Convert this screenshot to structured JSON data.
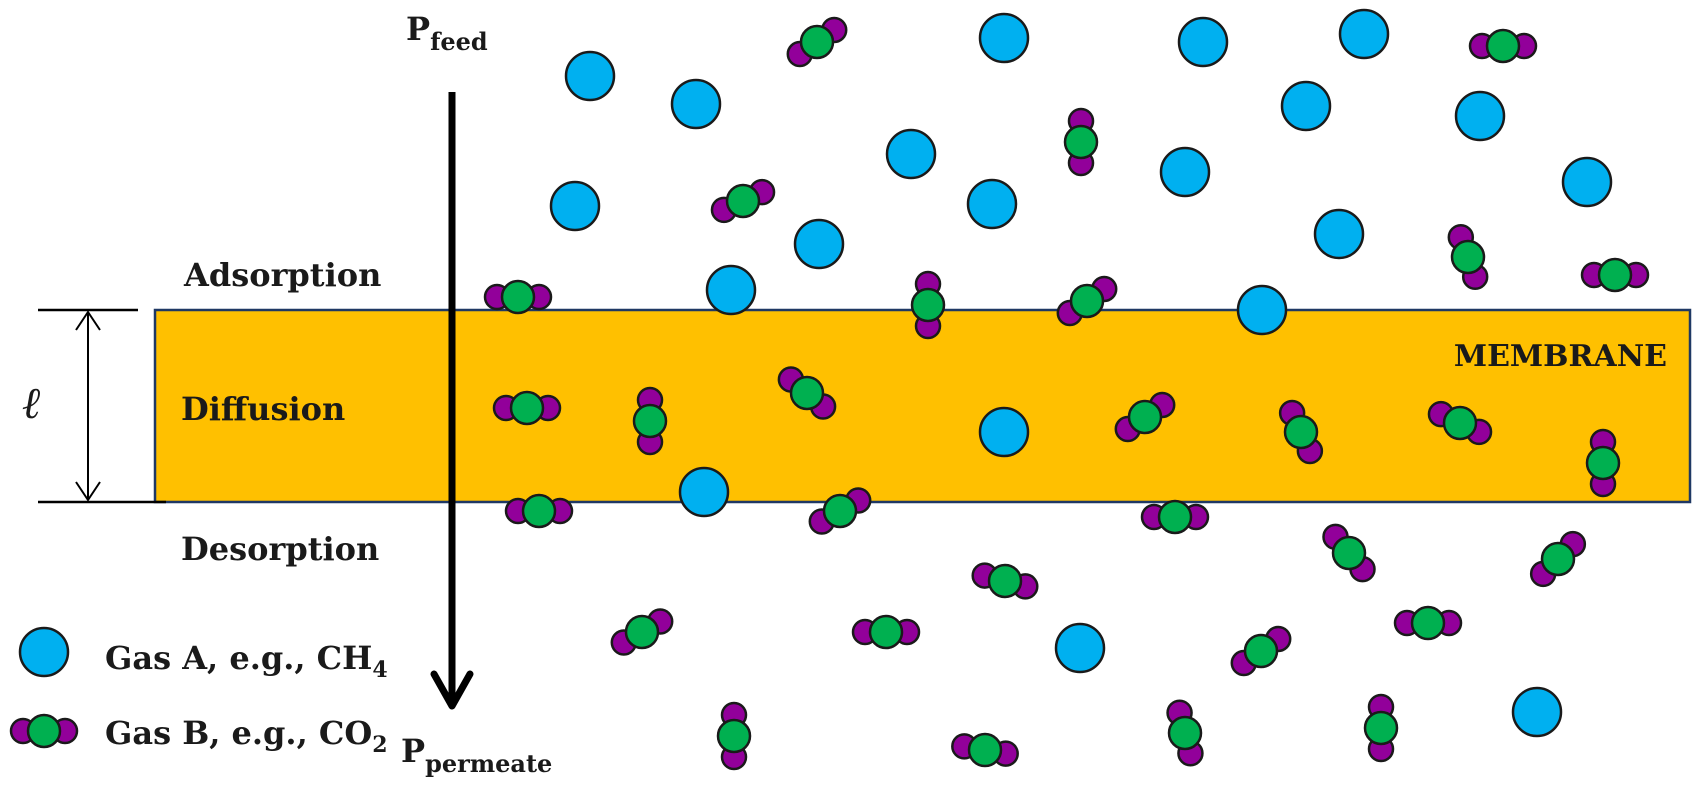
{
  "labels": {
    "p_feed_main": "P",
    "p_feed_sub": "feed",
    "p_permeate_main": "P",
    "p_permeate_sub": "permeate",
    "adsorption": "Adsorption",
    "diffusion": "Diffusion",
    "desorption": "Desorption",
    "membrane": "MEMBRANE",
    "thickness_symbol": "ℓ"
  },
  "legend": {
    "gas_a_main": "Gas A, e.g., CH",
    "gas_a_sub": "4",
    "gas_b_main": "Gas B, e.g., CO",
    "gas_b_sub": "2"
  },
  "colors": {
    "gas_a": "#00b0f0",
    "carbon": "#00b050",
    "oxygen": "#92009a",
    "membrane": "#ffc000",
    "outline": "#1a1a1a",
    "membrane_border": "#1f3864"
  }
}
